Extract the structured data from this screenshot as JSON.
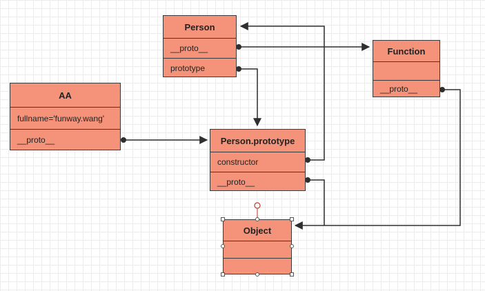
{
  "diagram": {
    "person": {
      "title": "Person",
      "rows": [
        "__proto__",
        "prototype"
      ]
    },
    "function": {
      "title": "Function",
      "rows": [
        "",
        "__proto__"
      ]
    },
    "aa": {
      "title": "AA",
      "rows": [
        "fullname='funway.wang'",
        "__proto__"
      ]
    },
    "person_prototype": {
      "title": "Person.prototype",
      "rows": [
        "constructor",
        "__proto__"
      ]
    },
    "object": {
      "title": "Object",
      "rows": [
        "",
        ""
      ]
    }
  },
  "colors": {
    "box_fill": "#f4937a",
    "stroke": "#3a3a3a",
    "selection": "#c0392b",
    "grid": "#ececec"
  }
}
